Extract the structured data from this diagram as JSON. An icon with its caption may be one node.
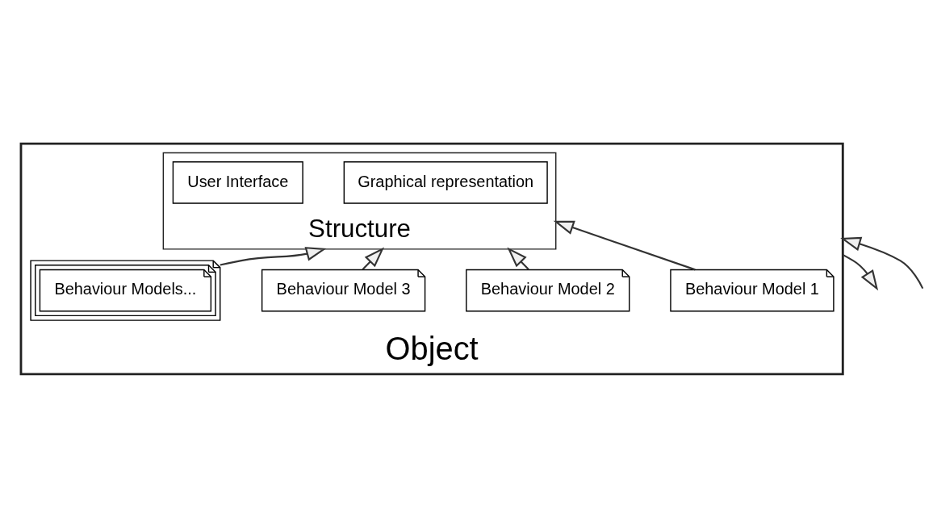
{
  "diagram": {
    "nodes": [
      {
        "text": [
          "Object"
        ]
      },
      {
        "text": [
          "Structure"
        ],
        "in": 0
      },
      {
        "text": [
          "Graphical representation"
        ],
        "in": 1
      },
      {
        "text": [
          "User Interface"
        ],
        "in": 1
      },
      {
        "text": [
          "Behaviour Model 1"
        ],
        "in": 0
      },
      {
        "text": [
          "Behaviour Model 2"
        ],
        "in": 0
      },
      {
        "text": [
          "Behaviour Model 3"
        ],
        "in": 0
      },
      {
        "text": [
          "Behaviour Models..."
        ],
        "in": 0
      }
    ],
    "edges": [
      {
        "from": null,
        "to": 0,
        "arrow": "to"
      },
      {
        "from": 0,
        "to": null,
        "arrow": "to"
      },
      {
        "from": 4,
        "to": 1,
        "arrow": "to"
      },
      {
        "from": 5,
        "to": 1,
        "arrow": "to"
      },
      {
        "from": 6,
        "to": 1,
        "arrow": "to"
      },
      {
        "from": 7,
        "to": 1,
        "arrow": "to"
      }
    ]
  }
}
